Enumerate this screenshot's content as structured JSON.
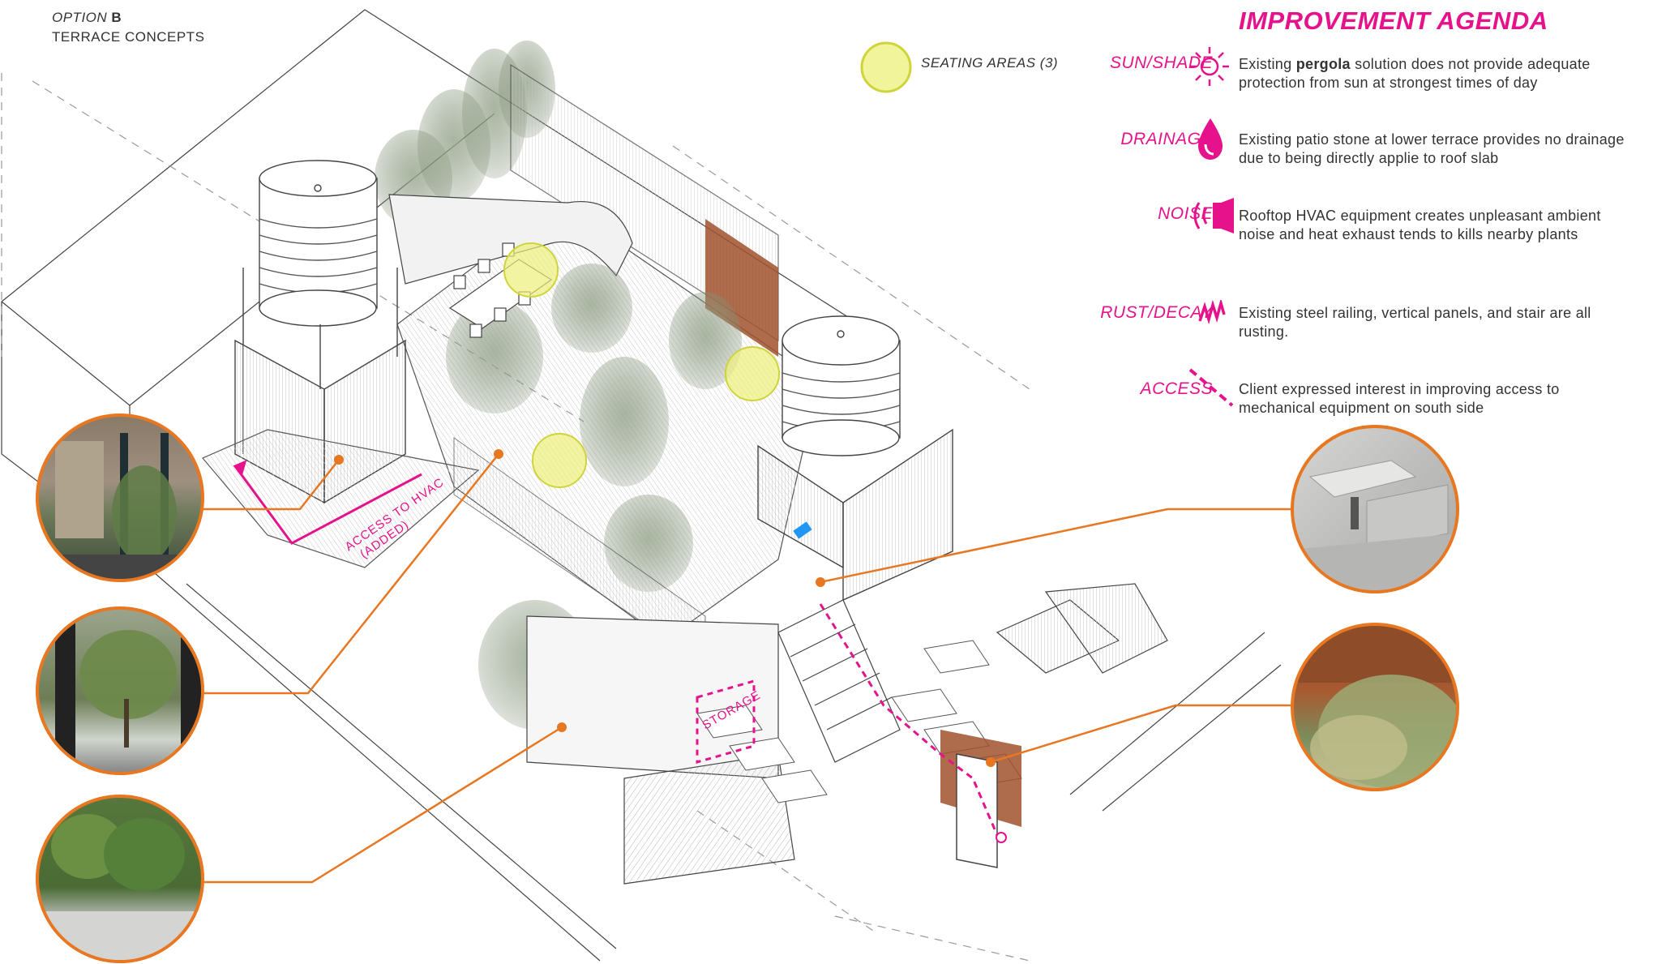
{
  "header": {
    "option_prefix": "OPTION",
    "option_letter": "B",
    "subtitle": "TERRACE CONCEPTS"
  },
  "legend": {
    "title": "IMPROVEMENT AGENDA",
    "seating_label": "SEATING AREAS (3)",
    "items": [
      {
        "label": "SUN/SHADE",
        "icon": "sun-icon",
        "text_pre": "Existing ",
        "text_bold": "pergola",
        "text_post": " solution does not provide adequate protection from sun at strongest times of day"
      },
      {
        "label": "DRAINAGE",
        "icon": "water-drop-icon",
        "text": "Existing patio stone at lower terrace provides no drainage due to being directly applie to roof slab"
      },
      {
        "label": "NOISE",
        "icon": "speaker-icon",
        "text": "Rooftop HVAC equipment creates unpleasant ambient noise and heat exhaust tends to kills nearby plants"
      },
      {
        "label": "RUST/DECAY",
        "icon": "zigzag-icon",
        "text": "Existing steel railing, vertical panels, and stair are all rusting."
      },
      {
        "label": "ACCESS",
        "icon": "dashed-line-icon",
        "text": "Client expressed interest in improving access to mechanical equipment on south side"
      }
    ]
  },
  "annotations": {
    "access_hvac_line1": "ACCESS TO HVAC",
    "access_hvac_line2": "(ADDED)",
    "storage": "STORAGE"
  },
  "colors": {
    "accent_magenta": "#e5128c",
    "callout_orange": "#e87722",
    "seating_yellow": "#eef07a",
    "corten_rust": "#a0522d"
  },
  "photos": [
    {
      "name": "photo-glass-railing-building"
    },
    {
      "name": "photo-tree-planter"
    },
    {
      "name": "photo-ground-cover-planter"
    },
    {
      "name": "photo-stone-pavers"
    },
    {
      "name": "photo-corten-planter-grass"
    }
  ]
}
